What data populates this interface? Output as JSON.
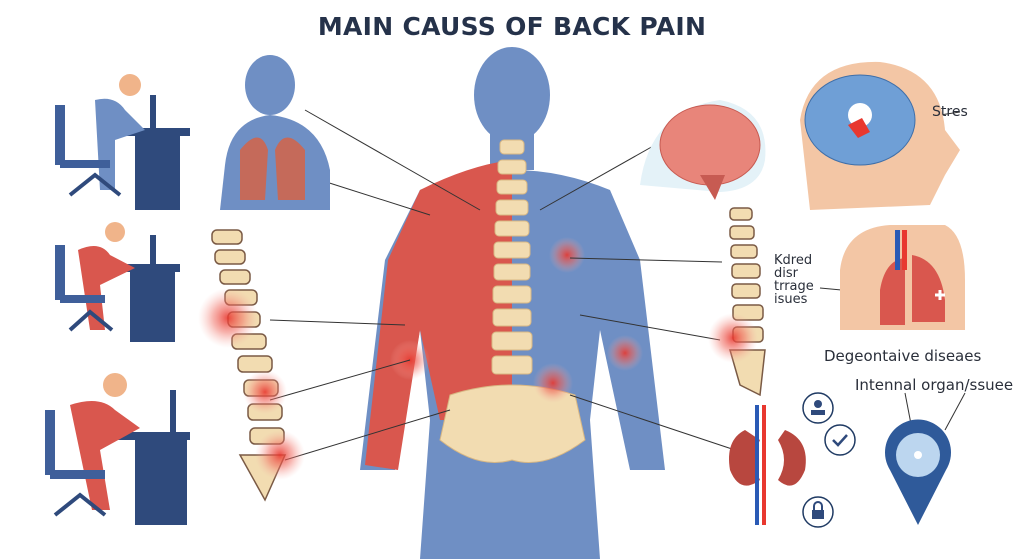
{
  "title": "MAIN CAUSS OF BACK PAIN",
  "labels": {
    "stress": "Stres",
    "kdred": [
      "Kdred",
      "disr",
      "trrage",
      "isues"
    ],
    "degenerative": "Degeontaive diseaes",
    "internal": "Intennal organ/ssuee"
  },
  "colors": {
    "title": "#25324a",
    "body": "#6f8fc4",
    "muscle": "#d9574e",
    "bone": "#f2dcb1",
    "pain": "#e8382f",
    "skin": "#f3c6a5",
    "desk": "#2f4a7c"
  }
}
